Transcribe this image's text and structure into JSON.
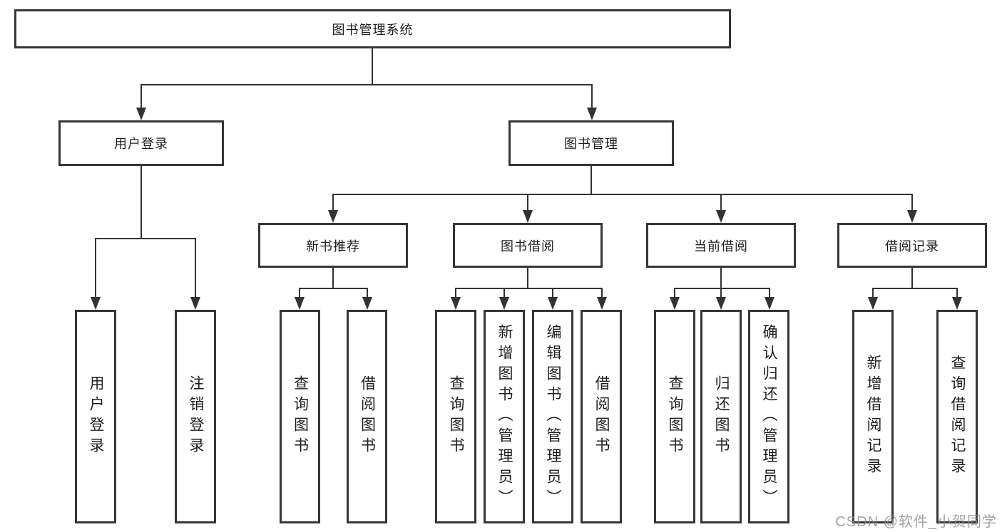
{
  "diagram": {
    "root": {
      "label": "图书管理系统"
    },
    "user_login": {
      "label": "用户登录",
      "children": [
        {
          "label": "用户登录"
        },
        {
          "label": "注销登录"
        }
      ]
    },
    "book_mgmt": {
      "label": "图书管理",
      "children": [
        {
          "label": "新书推荐",
          "children": [
            {
              "label": "查询图书"
            },
            {
              "label": "借阅图书"
            }
          ]
        },
        {
          "label": "图书借阅",
          "children": [
            {
              "label": "查询图书"
            },
            {
              "label": "新增图书（管理员）"
            },
            {
              "label": "编辑图书（管理员）"
            },
            {
              "label": "借阅图书"
            }
          ]
        },
        {
          "label": "当前借阅",
          "children": [
            {
              "label": "查询图书"
            },
            {
              "label": "归还图书"
            },
            {
              "label": "确认归还（管理员）"
            }
          ]
        },
        {
          "label": "借阅记录",
          "children": [
            {
              "label": "新增借阅记录"
            },
            {
              "label": "查询借阅记录"
            }
          ]
        }
      ]
    }
  },
  "watermark": "CSDN @软件_小贺同学",
  "colors": {
    "line": "#333333",
    "box_border": "#363636",
    "text": "#1e1e1e",
    "watermark": "#8c8c8c",
    "background": "#ffffff"
  }
}
